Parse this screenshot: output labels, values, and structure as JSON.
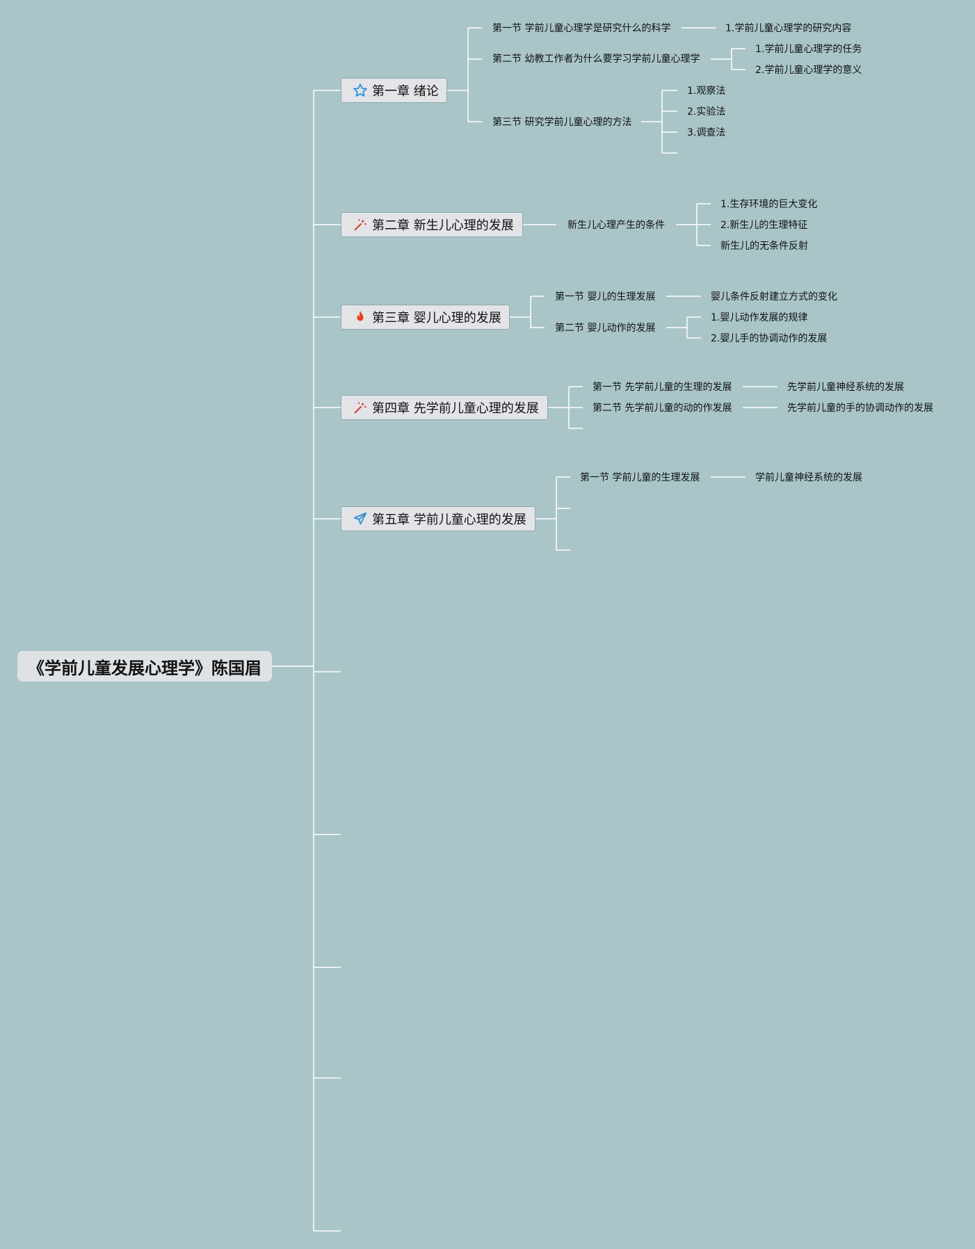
{
  "root": {
    "title": "《学前儿童发展心理学》陈国眉"
  },
  "chapters": [
    {
      "label": "第一章 绪论",
      "icon": "star-icon",
      "sections": [
        {
          "label": "第一节 学前儿童心理学是研究什么的科学",
          "items": [
            "1.学前儿童心理学的研究内容"
          ]
        },
        {
          "label": "第二节 幼教工作者为什么要学习学前儿童心理学",
          "items": [
            "1.学前儿童心理学的任务",
            "2.学前儿童心理学的意义"
          ]
        },
        {
          "label": "第三节 研究学前儿童心理的方法",
          "items": [
            "1.观察法",
            "2.实验法",
            "3.调查法",
            ""
          ]
        }
      ]
    },
    {
      "label": "第二章 新生儿心理的发展",
      "icon": "magic-wand-icon",
      "sections": [
        {
          "label": "新生儿心理产生的条件",
          "items": [
            "1.生存环境的巨大变化",
            "2.新生儿的生理特征",
            "新生儿的无条件反射"
          ]
        }
      ]
    },
    {
      "label": "第三章 婴儿心理的发展",
      "icon": "fire-icon",
      "sections": [
        {
          "label": "第一节 婴儿的生理发展",
          "items": [
            "婴儿条件反射建立方式的变化"
          ]
        },
        {
          "label": "第二节 婴儿动作的发展",
          "items": [
            "1.婴儿动作发展的规律",
            "2.婴儿手的协调动作的发展"
          ]
        }
      ]
    },
    {
      "label": "第四章 先学前儿童心理的发展",
      "icon": "magic-wand-icon",
      "sections": [
        {
          "label": "第一节 先学前儿童的生理的发展",
          "items": [
            "先学前儿童神经系统的发展"
          ]
        },
        {
          "label": "第二节 先学前儿童的动的作发展",
          "items": [
            "先学前儿童的手的协调动作的发展"
          ]
        },
        {
          "label": "",
          "items": []
        }
      ]
    },
    {
      "label": "第五章 学前儿童心理的发展",
      "icon": "paper-plane-icon",
      "sections": [
        {
          "label": "第一节 学前儿童的生理发展",
          "items": [
            "学前儿童神经系统的发展"
          ]
        },
        {
          "label": "",
          "items": []
        },
        {
          "label": "",
          "items": []
        }
      ]
    }
  ],
  "empty_branch_count": 5,
  "colors": {
    "background": "#a9c5c8",
    "connector": "#ffffff",
    "node_fill": "#e2e4e7",
    "node_border": "#8fa9ae",
    "star": "#2f8fd8",
    "fire": "#e8401c",
    "wand": "#d8302e",
    "plane": "#2f8fd8"
  }
}
